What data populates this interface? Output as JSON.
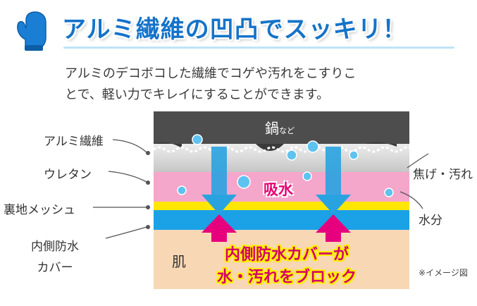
{
  "headline": "アルミ繊維の凹凸でスッキリ！",
  "description": {
    "line1": "アルミのデコボコした繊維でコゲや汚れをこすりこ",
    "line2": "とで、軽い力でキレイにすることができます。"
  },
  "diagram": {
    "pan": "鍋",
    "pan_suffix": "など",
    "absorb": "吸水",
    "skin": "肌",
    "callout_line1": "内側防水カバーが",
    "callout_line2": "水・汚れをブロック"
  },
  "labels": {
    "aluminum_fiber": "アルミ繊維",
    "urethane": "ウレタン",
    "back_mesh": "裏地メッシュ",
    "waterproof_cover_line1": "内側防水",
    "waterproof_cover_line2": "カバー",
    "burnt_dirt": "焦げ・汚れ",
    "moisture": "水分"
  },
  "note": "※イメージ図",
  "colors": {
    "headline": "#1473c9",
    "pan": "#4d4d4d",
    "urethane": "#f4a6cb",
    "mesh": "#ffe600",
    "cover": "#1ba1e6",
    "skin": "#f8d7b5",
    "arrow_down": "#29a3e0",
    "arrow_up": "#e6007e",
    "callout": "#d4006a"
  },
  "icons": {
    "mitten": "mitten-icon",
    "water_drop": "water-drop-icon"
  }
}
